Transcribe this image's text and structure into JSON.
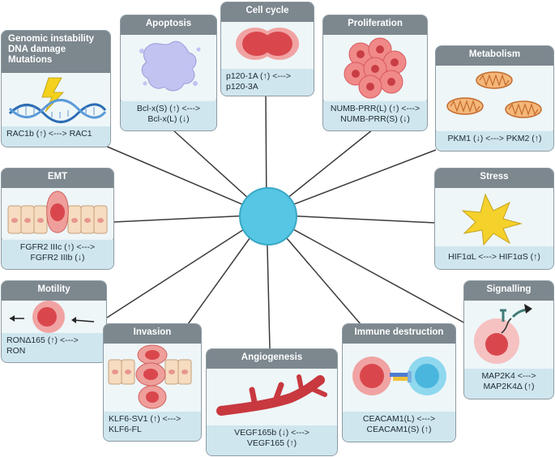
{
  "cards": {
    "cell_cycle": {
      "title": "Cell cycle",
      "lines": [
        "p120-1A (↑) <--->",
        "p120-3A"
      ]
    },
    "apoptosis": {
      "title": "Apoptosis",
      "lines": [
        "Bcl-x(S) (↑) <--->",
        "Bcl-x(L) (↓)"
      ]
    },
    "proliferation": {
      "title": "Proliferation",
      "lines": [
        "NUMB-PRR(L) (↑) <--->",
        "NUMB-PRR(S) (↓)"
      ]
    },
    "genomic": {
      "title_lines": [
        "Genomic instability",
        "DNA damage",
        "Mutations"
      ],
      "lines": [
        "RAC1b (↑) <---> RAC1"
      ]
    },
    "metabolism": {
      "title": "Metabolism",
      "lines": [
        "PKM1 (↓) <---> PKM2 (↑)"
      ]
    },
    "emt": {
      "title": "EMT",
      "lines": [
        "FGFR2 IIIc (↑) <--->",
        "FGFR2 IIIb (↓)"
      ]
    },
    "stress": {
      "title": "Stress",
      "lines": [
        "HIF1αL <---> HIF1αS (↑)"
      ]
    },
    "motility": {
      "title": "Motility",
      "lines": [
        "RONΔ165 (↑) <--->",
        "RON"
      ]
    },
    "invasion": {
      "title": "Invasion",
      "lines": [
        "KLF6-SV1 (↑) <--->",
        "KLF6-FL"
      ]
    },
    "angiogenesis": {
      "title": "Angiogenesis",
      "lines": [
        "VEGF165b (↓) <--->",
        "VEGF165 (↑)"
      ]
    },
    "immune": {
      "title": "Immune destruction",
      "lines": [
        "CEACAM1(L) <--->",
        "CEACAM1(S) (↑)"
      ]
    },
    "signalling": {
      "title": "Signalling",
      "lines": [
        "MAP2K4 <--->",
        "MAP2K4Δ (↑)"
      ]
    }
  },
  "colors": {
    "header": "#7c878e",
    "card_bg": "#eef6f8",
    "footer_bg": "#cfe6ee",
    "hub": "#55c7e4",
    "cell_red": "#e0575b",
    "vessel": "#c8383f",
    "immune_blue": "#5fc7e6"
  }
}
